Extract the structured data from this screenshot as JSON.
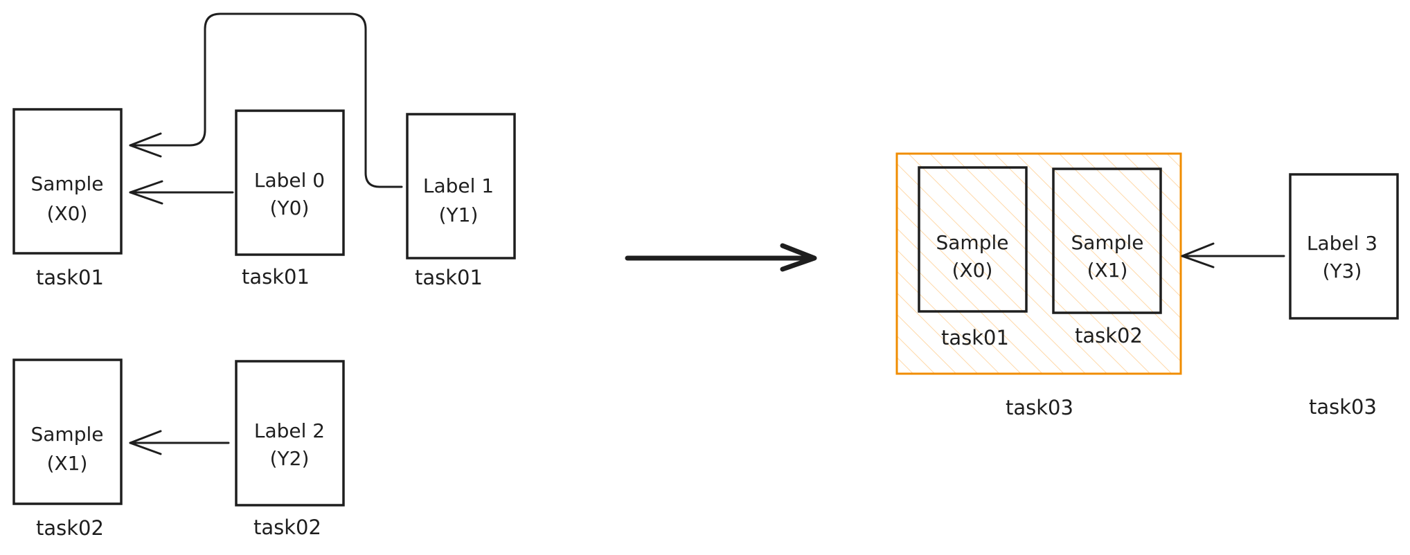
{
  "colors": {
    "stroke": "#1e1e1e",
    "group_border": "#f08c00",
    "group_hatch": "#ffd8a8"
  },
  "before": {
    "row1": {
      "sample": {
        "line1": "Sample",
        "line2": "(X0)",
        "caption": "task01"
      },
      "label0": {
        "line1": "Label 0",
        "line2": "(Y0)",
        "caption": "task01"
      },
      "label1": {
        "line1": "Label 1",
        "line2": "(Y1)",
        "caption": "task01"
      }
    },
    "row2": {
      "sample": {
        "line1": "Sample",
        "line2": "(X1)",
        "caption": "task02"
      },
      "label2": {
        "line1": "Label 2",
        "line2": "(Y2)",
        "caption": "task02"
      }
    }
  },
  "after": {
    "group": {
      "caption": "task03",
      "sample_x0": {
        "line1": "Sample",
        "line2": "(X0)",
        "caption": "task01"
      },
      "sample_x1": {
        "line1": "Sample",
        "line2": "(X1)",
        "caption": "task02"
      }
    },
    "label3": {
      "line1": "Label 3",
      "line2": "(Y3)",
      "caption": "task03"
    }
  },
  "icons": {
    "transform_arrow": "long-right-arrow-icon",
    "edge_arrowheads": "open-chevron-arrowhead"
  }
}
